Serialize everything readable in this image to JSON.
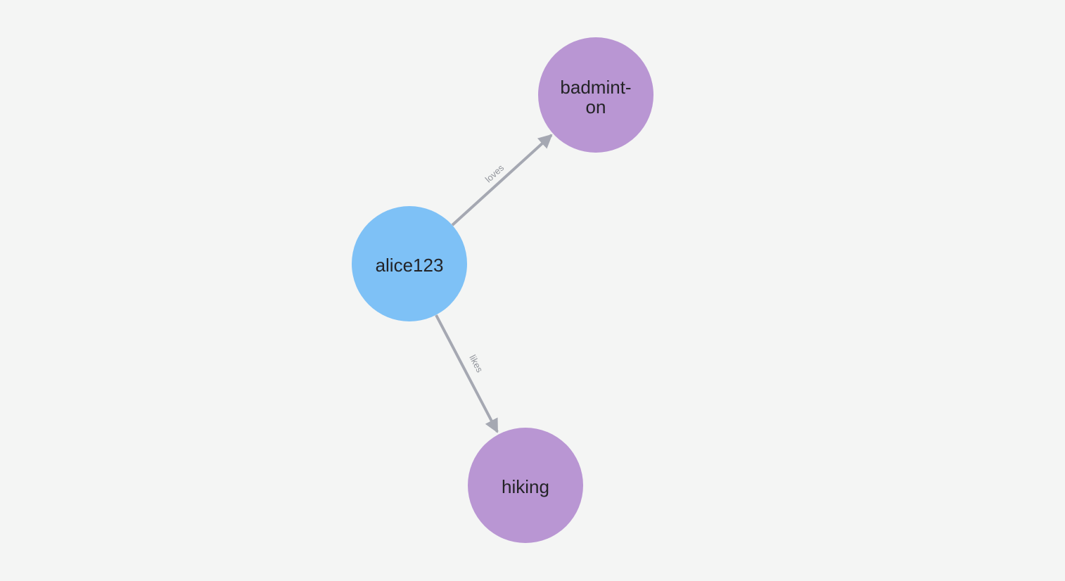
{
  "app": {
    "background": "#f4f5f4"
  },
  "graph": {
    "colors": {
      "node_person": "#7ec1f6",
      "node_hobby": "#b996d3",
      "edge": "#a5a8b2",
      "edge_label": "#91949b",
      "node_label": "#232326",
      "background": "#f4f5f4"
    },
    "nodes": [
      {
        "id": "alice123",
        "caption": "alice123",
        "type": "person",
        "color": "#7ec1f6",
        "label_lines": [
          "alice123"
        ]
      },
      {
        "id": "badminton",
        "caption": "badminton",
        "type": "hobby",
        "color": "#b996d3",
        "label_lines": [
          "badmint-",
          "on"
        ]
      },
      {
        "id": "hiking",
        "caption": "hiking",
        "type": "hobby",
        "color": "#b996d3",
        "label_lines": [
          "hiking"
        ]
      }
    ],
    "edges": [
      {
        "source": "alice123",
        "target": "badminton",
        "label": "loves"
      },
      {
        "source": "alice123",
        "target": "hiking",
        "label": "likes"
      }
    ]
  }
}
